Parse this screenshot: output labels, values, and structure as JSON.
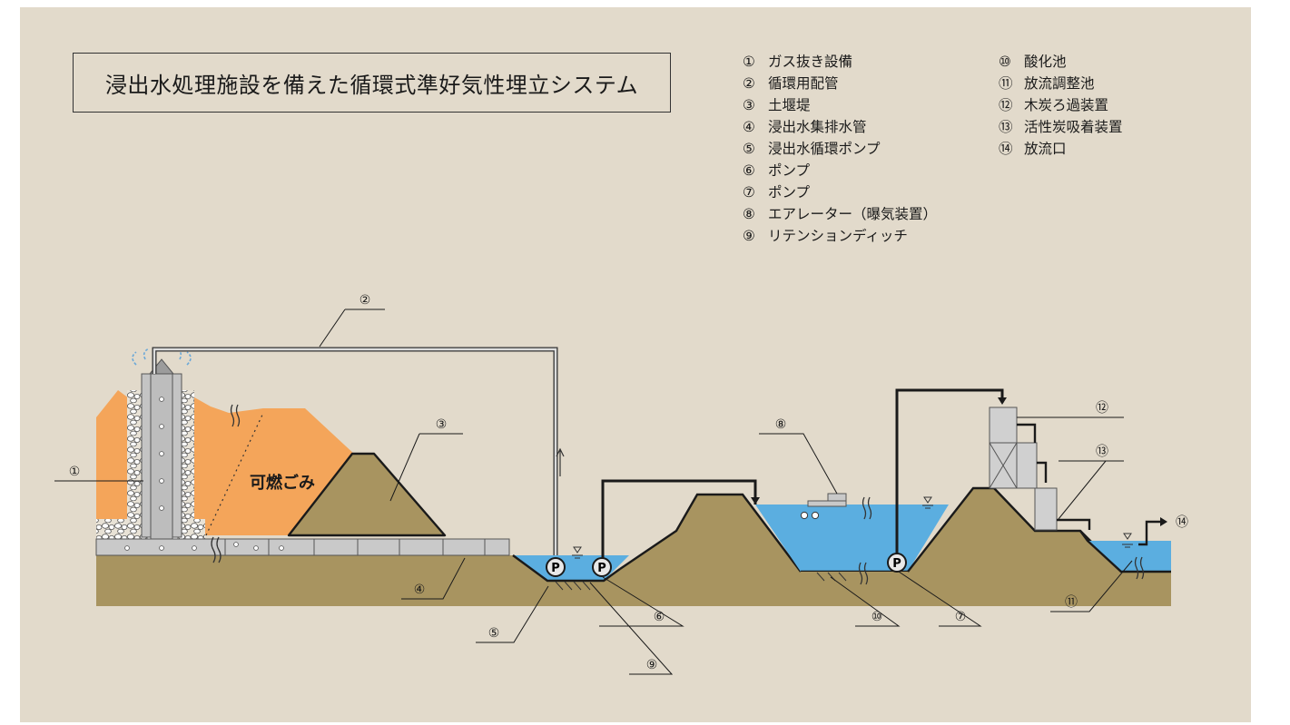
{
  "title": "浸出水処理施設を備えた循環式準好気性埋立システム",
  "legend_left": [
    {
      "num": "①",
      "label": "ガス抜き設備"
    },
    {
      "num": "②",
      "label": "循環用配管"
    },
    {
      "num": "③",
      "label": "土堰堤"
    },
    {
      "num": "④",
      "label": "浸出水集排水管"
    },
    {
      "num": "⑤",
      "label": "浸出水循環ポンプ"
    },
    {
      "num": "⑥",
      "label": "ポンプ"
    },
    {
      "num": "⑦",
      "label": "ポンプ"
    },
    {
      "num": "⑧",
      "label": "エアレーター（曝気装置）"
    },
    {
      "num": "⑨",
      "label": "リテンションディッチ"
    }
  ],
  "legend_right": [
    {
      "num": "⑩",
      "label": "酸化池"
    },
    {
      "num": "⑪",
      "label": "放流調整池"
    },
    {
      "num": "⑫",
      "label": "木炭ろ過装置"
    },
    {
      "num": "⑬",
      "label": "活性炭吸着装置"
    },
    {
      "num": "⑭",
      "label": "放流口"
    }
  ],
  "waste_label": "可燃ごみ",
  "pump_symbol": "P",
  "callouts": {
    "c1": "①",
    "c2": "②",
    "c3": "③",
    "c4": "④",
    "c5": "⑤",
    "c6": "⑥",
    "c7": "⑦",
    "c8": "⑧",
    "c9": "⑨",
    "c10": "⑩",
    "c11": "⑪",
    "c12": "⑫",
    "c13": "⑬",
    "c14": "⑭"
  },
  "colors": {
    "background": "#e2dacb",
    "waste": "#f4a55a",
    "soil": "#a89460",
    "water": "#5baee0",
    "pipe": "#d3d3d3"
  }
}
